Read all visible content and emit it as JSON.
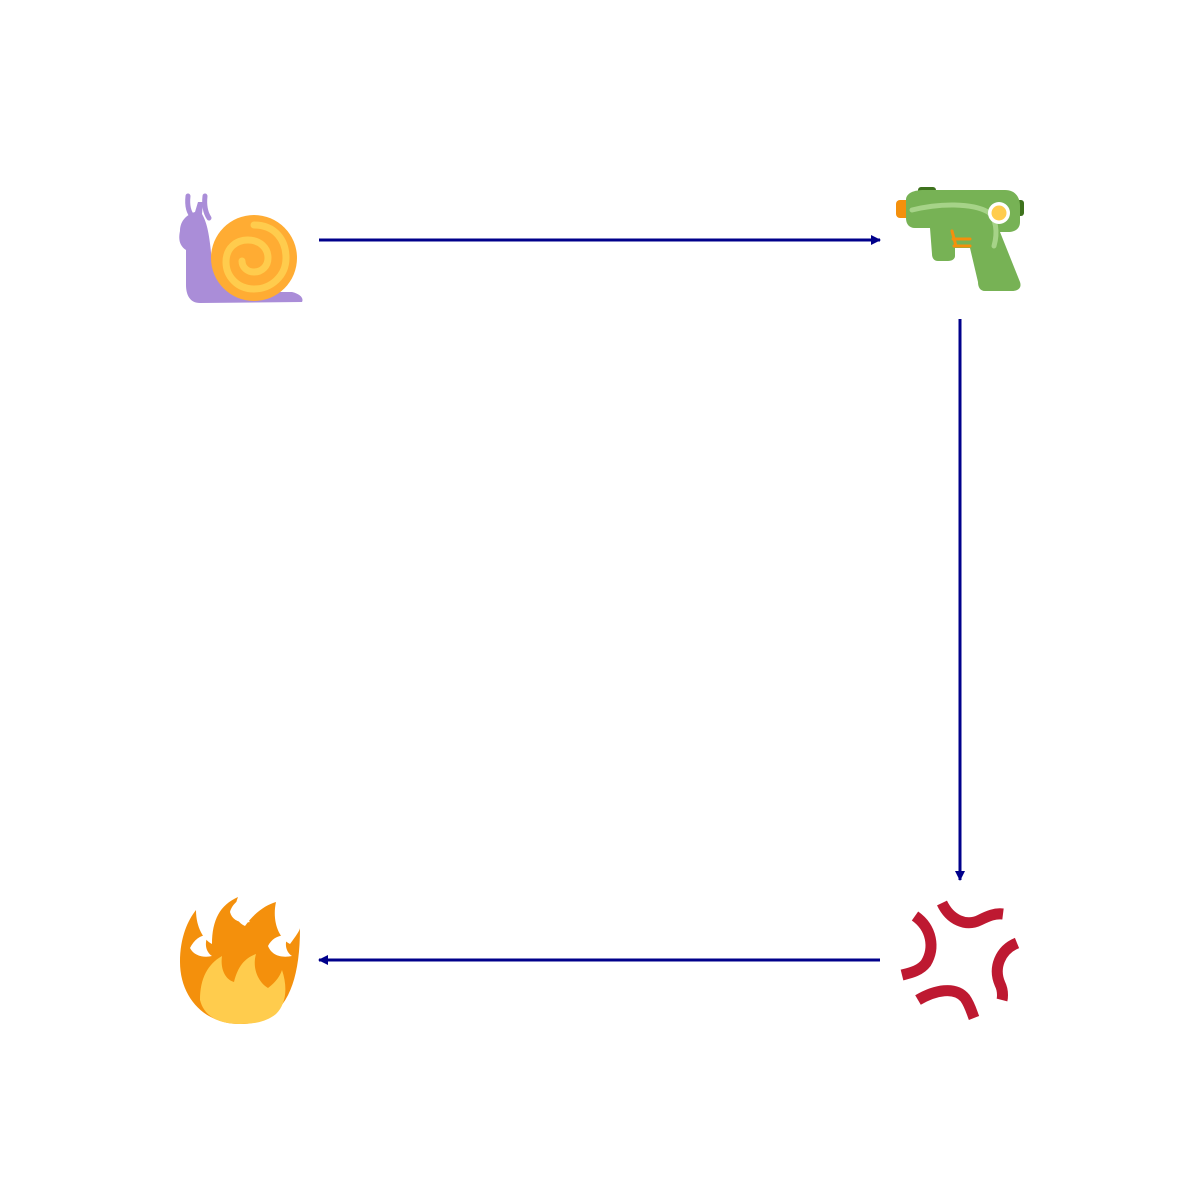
{
  "diagram": {
    "nodes": [
      {
        "id": "snail",
        "icon": "snail-icon"
      },
      {
        "id": "water-pistol",
        "icon": "water-pistol-icon"
      },
      {
        "id": "anger",
        "icon": "anger-symbol-icon"
      },
      {
        "id": "fire",
        "icon": "fire-icon"
      }
    ],
    "edges": [
      {
        "from": "snail",
        "to": "water-pistol"
      },
      {
        "from": "water-pistol",
        "to": "anger"
      },
      {
        "from": "anger",
        "to": "fire"
      }
    ],
    "colors": {
      "arrow": "#00008b",
      "background": "#ffffff",
      "snail_body": "#aa8dd8",
      "snail_shell": "#ffac33",
      "snail_shell_light": "#ffcc4d",
      "pistol_body": "#77b255",
      "pistol_dark": "#3e721d",
      "pistol_highlight": "#a6d388",
      "pistol_tip": "#f4900c",
      "pistol_gauge": "#ffcc4d",
      "anger": "#be1931",
      "fire_outer": "#f4900c",
      "fire_inner": "#ffcc4d"
    }
  }
}
